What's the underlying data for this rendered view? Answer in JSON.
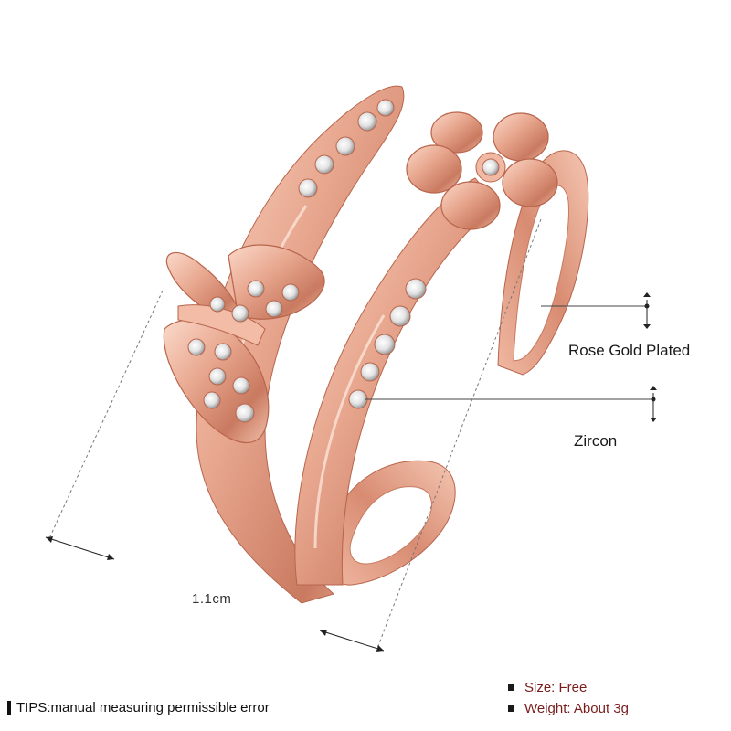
{
  "callouts": {
    "material": "Rose Gold Plated",
    "stone": "Zircon"
  },
  "dimension": {
    "width_label": "1.1cm"
  },
  "tips": {
    "text": "TIPS:manual measuring permissible error"
  },
  "specs": {
    "size": "Size: Free",
    "weight": "Weight: About 3g"
  },
  "colors": {
    "rose_gold": "#e7a48d",
    "rose_gold_dark": "#b8654c",
    "spec_text": "#7a1c1c"
  }
}
